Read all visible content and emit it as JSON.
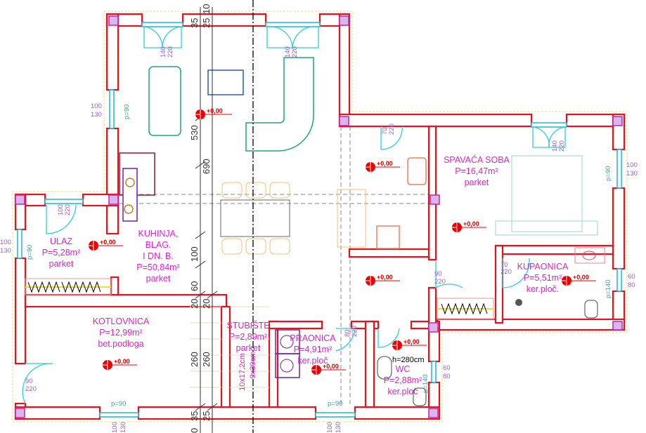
{
  "rooms": {
    "ulaz": {
      "name": "ULAZ",
      "area": "P=5,28m²",
      "floor": "parket"
    },
    "kuhinja": {
      "name1": "KUHINJA,",
      "name2": "BLAG.",
      "name3": "I DN. B.",
      "area": "P=50,84m²",
      "floor": "parket"
    },
    "kotlovnica": {
      "name": "KOTLOVNICA",
      "area": "P=12,99m²",
      "floor": "bet.podloga"
    },
    "stubiste": {
      "name": "STUBIŠTE",
      "area": "P=2,89m²",
      "floor": "parket",
      "steps1": "10x17,2cm",
      "steps2": "9x30cm"
    },
    "praonica": {
      "name": "PRAONICA",
      "area": "P=4,91m²",
      "floor": "ker.ploč"
    },
    "wc": {
      "name": "WC",
      "area": "P=2,88m²",
      "floor": "ker.ploč",
      "height": "h=280cm"
    },
    "spavaca": {
      "name": "SPAVAĆA SOBA",
      "area": "P=16,47m²",
      "floor": "parket"
    },
    "kupaonica": {
      "name": "KUPAONICA",
      "area": "P=5,51m²",
      "floor": "ker.ploč."
    }
  },
  "elevation": "+0,00",
  "dimensions": {
    "d530": "530",
    "d690": "690",
    "d100": "100",
    "d60": "60",
    "d20a": "20",
    "d20b": "20",
    "d260a": "260",
    "d260b": "260",
    "d35top": "35",
    "d25top": "25",
    "d10top": "10",
    "d35bot": "35",
    "d25bot": "25",
    "d0bot": "0"
  },
  "openings": {
    "w100_130": [
      "100",
      "130"
    ],
    "w60_80": [
      "60",
      "80"
    ],
    "w140_220": [
      "140",
      "220"
    ],
    "d100_220": [
      "100",
      "220"
    ],
    "d90_220": [
      "90",
      "220"
    ],
    "d70_220": [
      "70",
      "220"
    ],
    "d80_220": [
      "80",
      "220"
    ],
    "p90": "p=90",
    "p140": "p=140"
  }
}
